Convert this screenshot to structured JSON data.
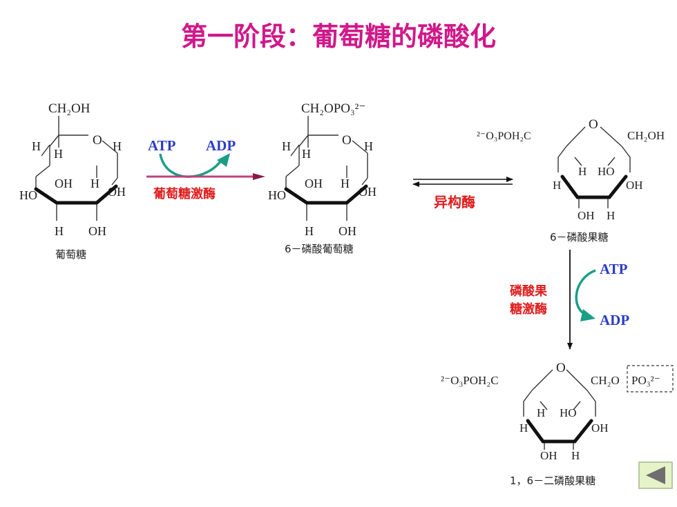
{
  "title": "第一阶段：葡萄糖的磷酸化",
  "colors": {
    "title": "#d0188a",
    "enzyme": "#e01c1c",
    "cofactor": "#2b3cc8",
    "curved_arrow": "#1a9e86",
    "main_arrow": "#c0407a",
    "back_bg": "#e6f2c8",
    "back_arrow": "#6e6e6e"
  },
  "step1": {
    "atp": "ATP",
    "adp": "ADP",
    "enzyme": "葡萄糖激酶"
  },
  "step2": {
    "enzyme": "异构酶"
  },
  "step3": {
    "atp": "ATP",
    "adp": "ADP",
    "enzyme_line1": "磷酸果",
    "enzyme_line2": "糖激酶"
  },
  "glucose": {
    "top": "CH₂OH",
    "ring_o": "O",
    "h_upper_left_outer": "H",
    "h_upper_left_inner": "H",
    "h_upper_right": "H",
    "oh_inner_left": "OH",
    "h_inner_right": "H",
    "ho_left": "HO",
    "oh_right": "OH",
    "h_bottom_left": "H",
    "oh_bottom_right": "OH",
    "caption": "葡萄糖"
  },
  "g6p": {
    "top": "CH₂OPO₃²⁻",
    "ring_o": "O",
    "h_upper_left_outer": "H",
    "h_upper_left_inner": "H",
    "h_upper_right": "H",
    "oh_inner_left": "OH",
    "h_inner_right": "H",
    "ho_left": "HO",
    "oh_right": "OH",
    "h_bottom_left": "H",
    "oh_bottom_right": "OH",
    "caption": "6－磷酸葡萄糖"
  },
  "f6p": {
    "left_group": "²⁻O₃POH₂C",
    "ring_o": "O",
    "right_group": "CH₂OH",
    "h_inner_left": "H",
    "ho_inner_right": "HO",
    "h_outer_left": "H",
    "oh_outer_right": "OH",
    "oh_bottom_left": "OH",
    "h_bottom_right": "H",
    "caption": "6－磷酸果糖"
  },
  "f16bp": {
    "left_group": "²⁻O₃POH₂C",
    "ring_o": "O",
    "right_group_a": "CH₂O",
    "right_group_b": "PO₃²⁻",
    "h_inner_left": "H",
    "ho_inner_right": "HO",
    "h_outer_left": "H",
    "oh_outer_right": "OH",
    "oh_bottom_left": "OH",
    "h_bottom_right": "H",
    "caption": "1，6－二磷酸果糖"
  }
}
